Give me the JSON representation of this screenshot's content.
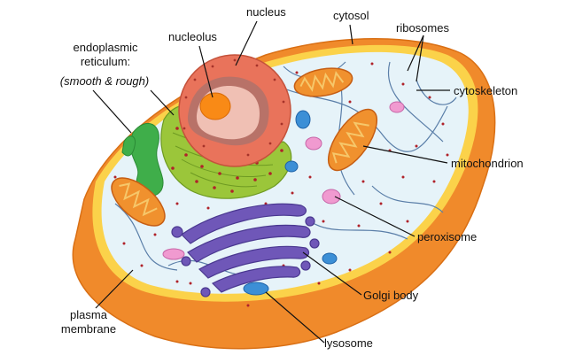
{
  "labels": {
    "nucleus": "nucleus",
    "cytosol": "cytosol",
    "ribosomes": "ribosomes",
    "nucleolus": "nucleolus",
    "er_line1": "endoplasmic",
    "er_line2": "reticulum:",
    "er_line3": "(smooth & rough)",
    "cytoskeleton": "cytoskeleton",
    "mitochondrion": "mitochondrion",
    "peroxisome": "peroxisome",
    "golgi": "Golgi body",
    "lysosome": "lysosome",
    "membrane_line1": "plasma",
    "membrane_line2": "membrane"
  },
  "colors": {
    "cell_body": "#f08a2b",
    "cell_rim": "#fbd24a",
    "cytosol": "#e6f3f9",
    "nucleus": "#e9735b",
    "nucleolus": "#f98a16",
    "rough_er": "#9bc63a",
    "smooth_er": "#3fae4a",
    "golgi": "#6f57b8",
    "mitochondrion": "#f0912e",
    "lysosome": "#3c8fd6",
    "peroxisome": "#f09ad0",
    "cytoskeleton": "#5a7ea8",
    "ribosome": "#b0222a"
  }
}
